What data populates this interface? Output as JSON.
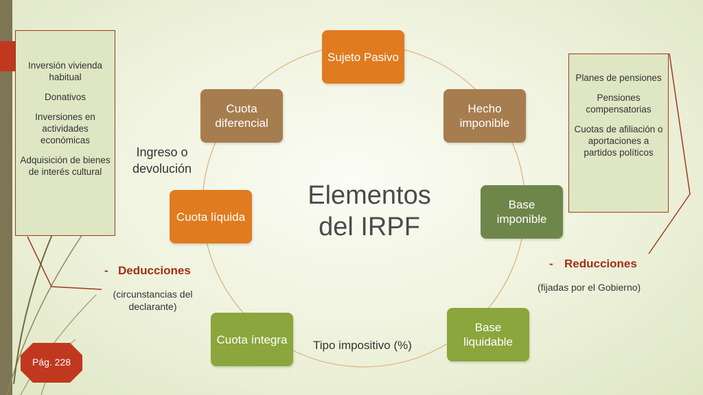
{
  "diagram": {
    "title": "Elementos del IRPF",
    "nodes": {
      "sujeto_pasivo": "Sujeto Pasivo",
      "hecho_imponible": "Hecho imponible",
      "base_imponible": "Base imponible",
      "base_liquidable": "Base liquidable",
      "cuota_integra": "Cuota íntegra",
      "cuota_liquida": "Cuota líquida",
      "cuota_diferencial": "Cuota diferencial"
    },
    "cycle_order": [
      "Sujeto Pasivo",
      "Hecho imponible",
      "Base imponible",
      "Base liquidable",
      "Cuota íntegra",
      "Cuota líquida",
      "Cuota diferencial"
    ]
  },
  "left_box": {
    "items": [
      "Inversión vivienda habitual",
      "Donativos",
      "Inversiones en actividades económicas",
      "Adquisición de bienes de interés cultural"
    ]
  },
  "right_box": {
    "items": [
      "Planes de pensiones",
      "Pensiones compensatorias",
      "Cuotas de afiliación o aportaciones a partidos políticos"
    ]
  },
  "labels": {
    "ingreso": "Ingreso o devolución",
    "deducciones": "Deducciones",
    "deducciones_note": "(circunstancias del declarante)",
    "reducciones": "Reducciones",
    "reducciones_note": "(fijadas por el Gobierno)",
    "tipo": "Tipo impositivo (%)",
    "dash": "-",
    "page": "Pág. 228"
  },
  "colors": {
    "orange": "#e07b1f",
    "brown": "#a67d4e",
    "green": "#6f864a",
    "light_green": "#8aa63c",
    "accent_red": "#c0391f"
  }
}
